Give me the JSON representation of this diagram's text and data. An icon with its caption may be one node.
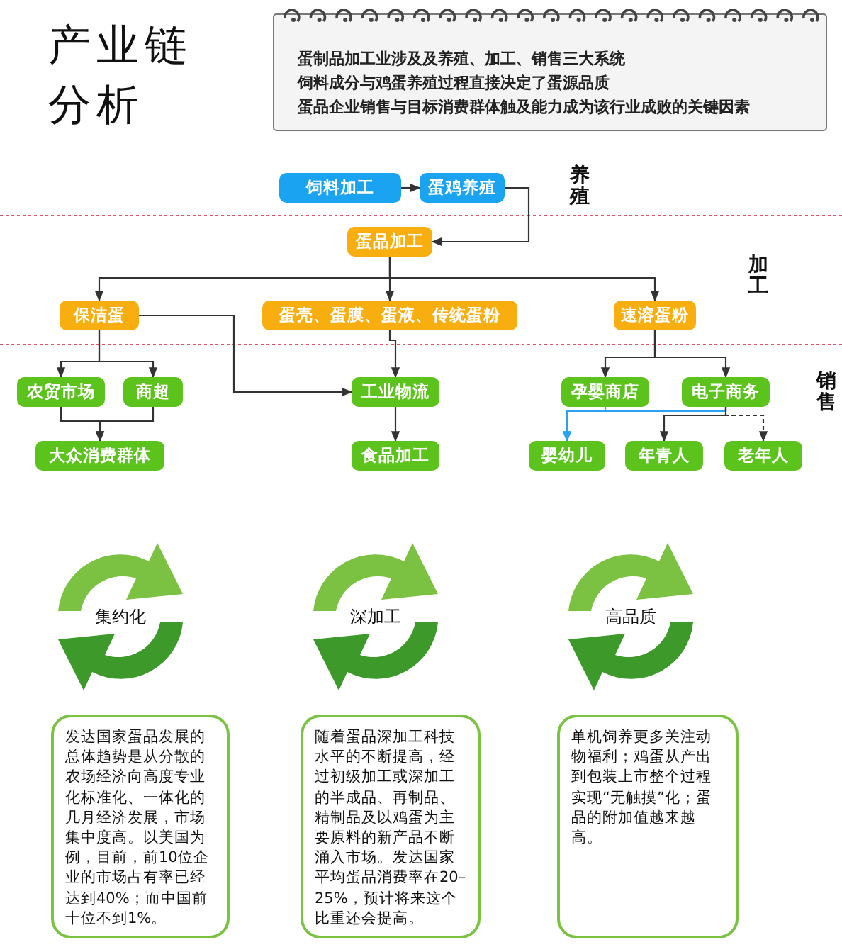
{
  "diagram": {
    "title": "产业链分析",
    "nodes": [
      {
        "text": [
          "饲料加工"
        ]
      },
      {
        "text": [
          "蛋鸡养殖"
        ]
      },
      {
        "text": [
          "蛋品加工"
        ]
      },
      {
        "text": [
          "保洁蛋"
        ]
      },
      {
        "text": [
          "蛋壳、蛋膜、蛋液、传统蛋粉"
        ]
      },
      {
        "text": [
          "速溶蛋粉"
        ]
      },
      {
        "text": [
          "农贸市场"
        ]
      },
      {
        "text": [
          "商超"
        ]
      },
      {
        "text": [
          "工业物流"
        ]
      },
      {
        "text": [
          "孕婴商店"
        ]
      },
      {
        "text": [
          "电子商务"
        ]
      },
      {
        "text": [
          "大众消费群体"
        ]
      },
      {
        "text": [
          "食品加工"
        ]
      },
      {
        "text": [
          "婴幼儿"
        ]
      },
      {
        "text": [
          "年青人"
        ]
      },
      {
        "text": [
          "老年人"
        ]
      },
      {
        "text": [
          "集约化"
        ]
      },
      {
        "text": [
          "深加工"
        ]
      },
      {
        "text": [
          "高品质"
        ]
      },
      {
        "text": [
          "发达国家蛋品发展的总体趋势是从分散的农场经济向高度专业化标准化、一体化的几月经济发展，市场集中度高。以美国为例，目前，前10位企业的市场占有率已经达到40%；而中国前十位不到1%。"
        ]
      },
      {
        "text": [
          "随着蛋品深加工科技水平的不断提高，经过初级加工或深加工的半成品、再制品、精制品及以鸡蛋为主要原料的新产品不断涌入市场。发达国家平均蛋品消费率在20–25%，预计将来这个比重还会提高。"
        ]
      },
      {
        "text": [
          "单机饲养更多关注动物福利；鸡蛋从产出到包装上市整个过程实现“无触摸”化；蛋品的附加值越来越高。"
        ]
      }
    ],
    "edges": [
      {
        "from": 0,
        "to": 1,
        "arrow": "to"
      },
      {
        "from": 1,
        "to": 2,
        "arrow": "to"
      },
      {
        "from": 2,
        "to": 3,
        "arrow": "to"
      },
      {
        "from": 2,
        "to": 4,
        "arrow": "to"
      },
      {
        "from": 2,
        "to": 5,
        "arrow": "to"
      },
      {
        "from": 3,
        "to": 6,
        "arrow": "to"
      },
      {
        "from": 3,
        "to": 7,
        "arrow": "to"
      },
      {
        "from": 3,
        "to": 8,
        "arrow": "to"
      },
      {
        "from": 4,
        "to": 8,
        "arrow": "to"
      },
      {
        "from": 5,
        "to": 9,
        "arrow": "to"
      },
      {
        "from": 5,
        "to": 10,
        "arrow": "to"
      },
      {
        "from": 6,
        "to": 11,
        "arrow": "to"
      },
      {
        "from": 7,
        "to": 11,
        "arrow": "to"
      },
      {
        "from": 8,
        "to": 12,
        "arrow": "to"
      },
      {
        "from": 9,
        "to": 13,
        "arrow": "to",
        "color": "#29a3f0"
      },
      {
        "from": 10,
        "to": 13,
        "arrow": "to",
        "color": "#29a3f0"
      },
      {
        "from": 10,
        "to": 14,
        "arrow": "to"
      },
      {
        "from": 10,
        "to": 15,
        "arrow": "to",
        "style": "dashed"
      }
    ],
    "labels": [
      "蛋制品加工业涉及及养殖、加工、销售三大系统",
      "饲料成分与鸡蛋养殖过程直接决定了蛋源品质",
      "蛋品企业销售与目标消费群体触及能力成为该行业成败的关键因素",
      "养殖",
      "加工",
      "销售"
    ]
  }
}
